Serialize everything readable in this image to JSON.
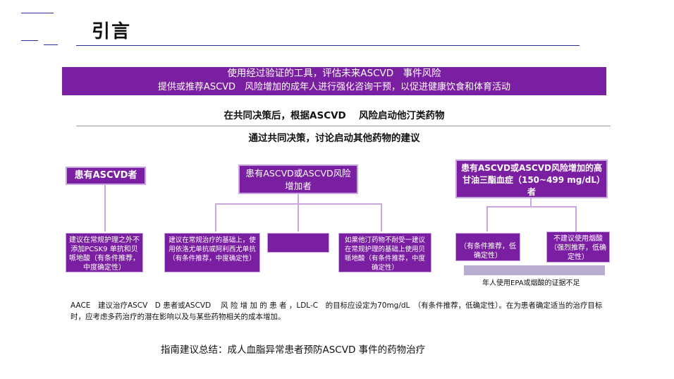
{
  "slide": {
    "title": "引言",
    "banner": {
      "line1": "使用经过验证的工具，评估未来ASCVD　事件风险",
      "line2": "提供或推荐ASCVD　风险增加的成年人进行强化咨询干预，以促进健康饮食和体育活动"
    },
    "step2": "在共同决策后，根据ASCVD　 风险启动他汀类药物",
    "step3": "通过共同决策，讨论启动其他药物的建议",
    "nodes": {
      "ascvd": "患有ASCVD者",
      "ascvd_or_risk": "患有ASCVD或ASCVD风险增加者",
      "hypertg": "患有ASCVD或ASCVD风险增加的高甘油三酯血症（150~499 mg/dL）者"
    },
    "recommendations": [
      {
        "id": "pcsk9",
        "text": "建议在常规护理之外不添加PCSK9 单抗和贝哌地酸（有条件推荐，中度确定性）"
      },
      {
        "id": "ezetimibe",
        "text": "建议在常规治疗的基础上，使用依洛尤单抗或阿利西尤单抗（有条件推荐，中度确定性）"
      },
      {
        "id": "middle-small",
        "text": ""
      },
      {
        "id": "bempedoic",
        "text": "如果他汀药物不耐受一建议在常规护理的基础上使用贝哌地酸（有条件推荐，中度确定性）"
      },
      {
        "id": "icosapent",
        "text": "（有条件推荐，低确定性）"
      },
      {
        "id": "fishoil",
        "text": "不建议使用烟酸（强烈推荐，低确定性）"
      }
    ],
    "epa_note": "年人使用EPA或烟酸的证据不足",
    "aace_note": "AACE　建议治疗ASCV　D 患者或ASCVD　 风 险 增 加 的 患 者 ，LDL-C　的目标应设定为70mg/dL　（有条件推荐，低确定性）。在为患者确定适当的治疗目标时，应考虑多药治疗的潜在影响以及与某些药物相关的成本增加。",
    "footer": "指南建议总结：成人血脂异常患者预防ASCVD 事件的药物治疗"
  }
}
